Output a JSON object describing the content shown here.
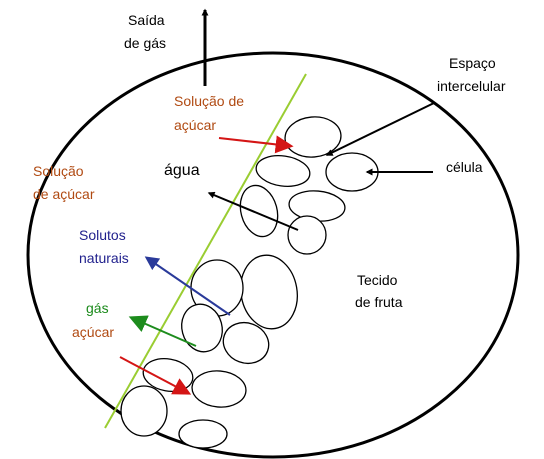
{
  "colors": {
    "outline": "#000000",
    "membrane": "#9acd32",
    "sugar": "#b04a12",
    "sugar_arrow": "#d41515",
    "solutes": "#1f1f8c",
    "solutes_arrow": "#2a3a9a",
    "gas": "#1a8a1a",
    "gas_arrow": "#1d8c1d"
  },
  "labels": {
    "gas_exit": [
      "Saída",
      "de gás"
    ],
    "intercellular_space": [
      "Espaço",
      "intercelular"
    ],
    "cell": "célula",
    "sugar_solution_top": [
      "Solução de",
      "açúcar"
    ],
    "sugar_solution_left": [
      "Solução",
      "de açúcar"
    ],
    "water": "água",
    "natural_solutes": [
      "Solutos",
      "naturais"
    ],
    "gas": "gás",
    "sugar": "açúcar",
    "fruit_tissue": [
      "Tecido",
      "de fruta"
    ]
  }
}
